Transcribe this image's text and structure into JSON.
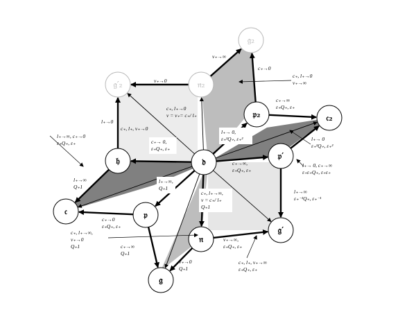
{
  "nodes": [
    {
      "id": "center",
      "label": "𝔡",
      "faint": false
    },
    {
      "id": "h",
      "label": "𝔥",
      "faint": false
    },
    {
      "id": "c",
      "label": "𝔠",
      "faint": false
    },
    {
      "id": "p",
      "label": "𝔭",
      "faint": false
    },
    {
      "id": "g",
      "label": "𝔤",
      "faint": false
    },
    {
      "id": "n",
      "label": "𝔫",
      "faint": false
    },
    {
      "id": "gprime",
      "label": "𝔤′",
      "faint": false
    },
    {
      "id": "pprime",
      "label": "𝔭′",
      "faint": false
    },
    {
      "id": "c2",
      "label": "𝔠₂",
      "faint": false
    },
    {
      "id": "p2",
      "label": "𝔭₂",
      "faint": false
    },
    {
      "id": "g2",
      "label": "𝔤₂",
      "faint": true
    },
    {
      "id": "n2",
      "label": "𝔫₂",
      "faint": true
    },
    {
      "id": "g2prime",
      "label": "𝔤′₂",
      "faint": true
    }
  ],
  "labels": [
    {
      "id": "top-nu",
      "lines": [
        "ν₊→0"
      ]
    },
    {
      "id": "top-right-nu",
      "lines": [
        "ν₊→∞"
      ]
    },
    {
      "id": "p2-g2-c",
      "lines": [
        "c₊→0"
      ]
    },
    {
      "id": "far-right-top",
      "lines": [
        "c₊, l₊→0",
        "ν₊→∞"
      ]
    },
    {
      "id": "h-g2p-l",
      "lines": [
        "l₊→0"
      ]
    },
    {
      "id": "center-mid",
      "lines": [
        "c₊, l₊→0",
        "ν = ν₊= c₊/ l₊"
      ]
    },
    {
      "id": "c-l-nu",
      "lines": [
        "c₊, l₊, ν₊→0"
      ]
    },
    {
      "id": "p2-c2",
      "lines": [
        "c₊→∞",
        "ε₊Q₊, ε₊"
      ]
    },
    {
      "id": "l-0-eps",
      "lines": [
        "l₊→ 0,",
        "ε₊²Q₊, ε₊²"
      ]
    },
    {
      "id": "h-left",
      "lines": [
        "l₊→∞, c₊→0",
        "ε₊Q₊, ε₊"
      ]
    },
    {
      "id": "h-center",
      "lines": [
        "c₊→ 0,",
        "ε₊Q₊, ε₊"
      ]
    },
    {
      "id": "center-pprime",
      "lines": [
        "c₊→∞,",
        "ε₊Q₊, ε₊"
      ]
    },
    {
      "id": "c2-right",
      "lines": [
        "l₊→ 0",
        "ε₊²Q₊, ε₊²"
      ]
    },
    {
      "id": "right-lc",
      "lines": [
        "l₊→ 0, c₊→∞",
        "ε₊ε₊Q₊, ε₊ε₊"
      ]
    },
    {
      "id": "h-c",
      "lines": [
        "l₊→∞",
        "Q₊1"
      ]
    },
    {
      "id": "center-p-box",
      "lines": [
        "l₊→∞,",
        "Q₊1"
      ]
    },
    {
      "id": "center-n-box",
      "lines": [
        "c₊, l₊→∞,",
        "ν = c₊/ l₊",
        "Q₊1"
      ]
    },
    {
      "id": "pprime-gprime",
      "lines": [
        "l₊→∞",
        "ε₊⁻¹Q₊, ε₊⁻¹"
      ]
    },
    {
      "id": "c-p",
      "lines": [
        "c₊→0",
        "ε₊Q₊, ε₊"
      ]
    },
    {
      "id": "left-bottom",
      "lines": [
        "c₊, l₊→∞,",
        "ν₊→0",
        "Q₊1"
      ]
    },
    {
      "id": "p-g",
      "lines": [
        "c₊→∞",
        "Q₊1"
      ]
    },
    {
      "id": "n-gprime",
      "lines": [
        "ν₊→∞,",
        "ε₊Q₊, ε₊"
      ]
    },
    {
      "id": "n-g",
      "lines": [
        "ν₊→0",
        "Q₊1"
      ]
    },
    {
      "id": "bottom-right",
      "lines": [
        "c₊, l₊, ν₊→∞",
        "ε₊Q₊, ε₊"
      ]
    }
  ]
}
